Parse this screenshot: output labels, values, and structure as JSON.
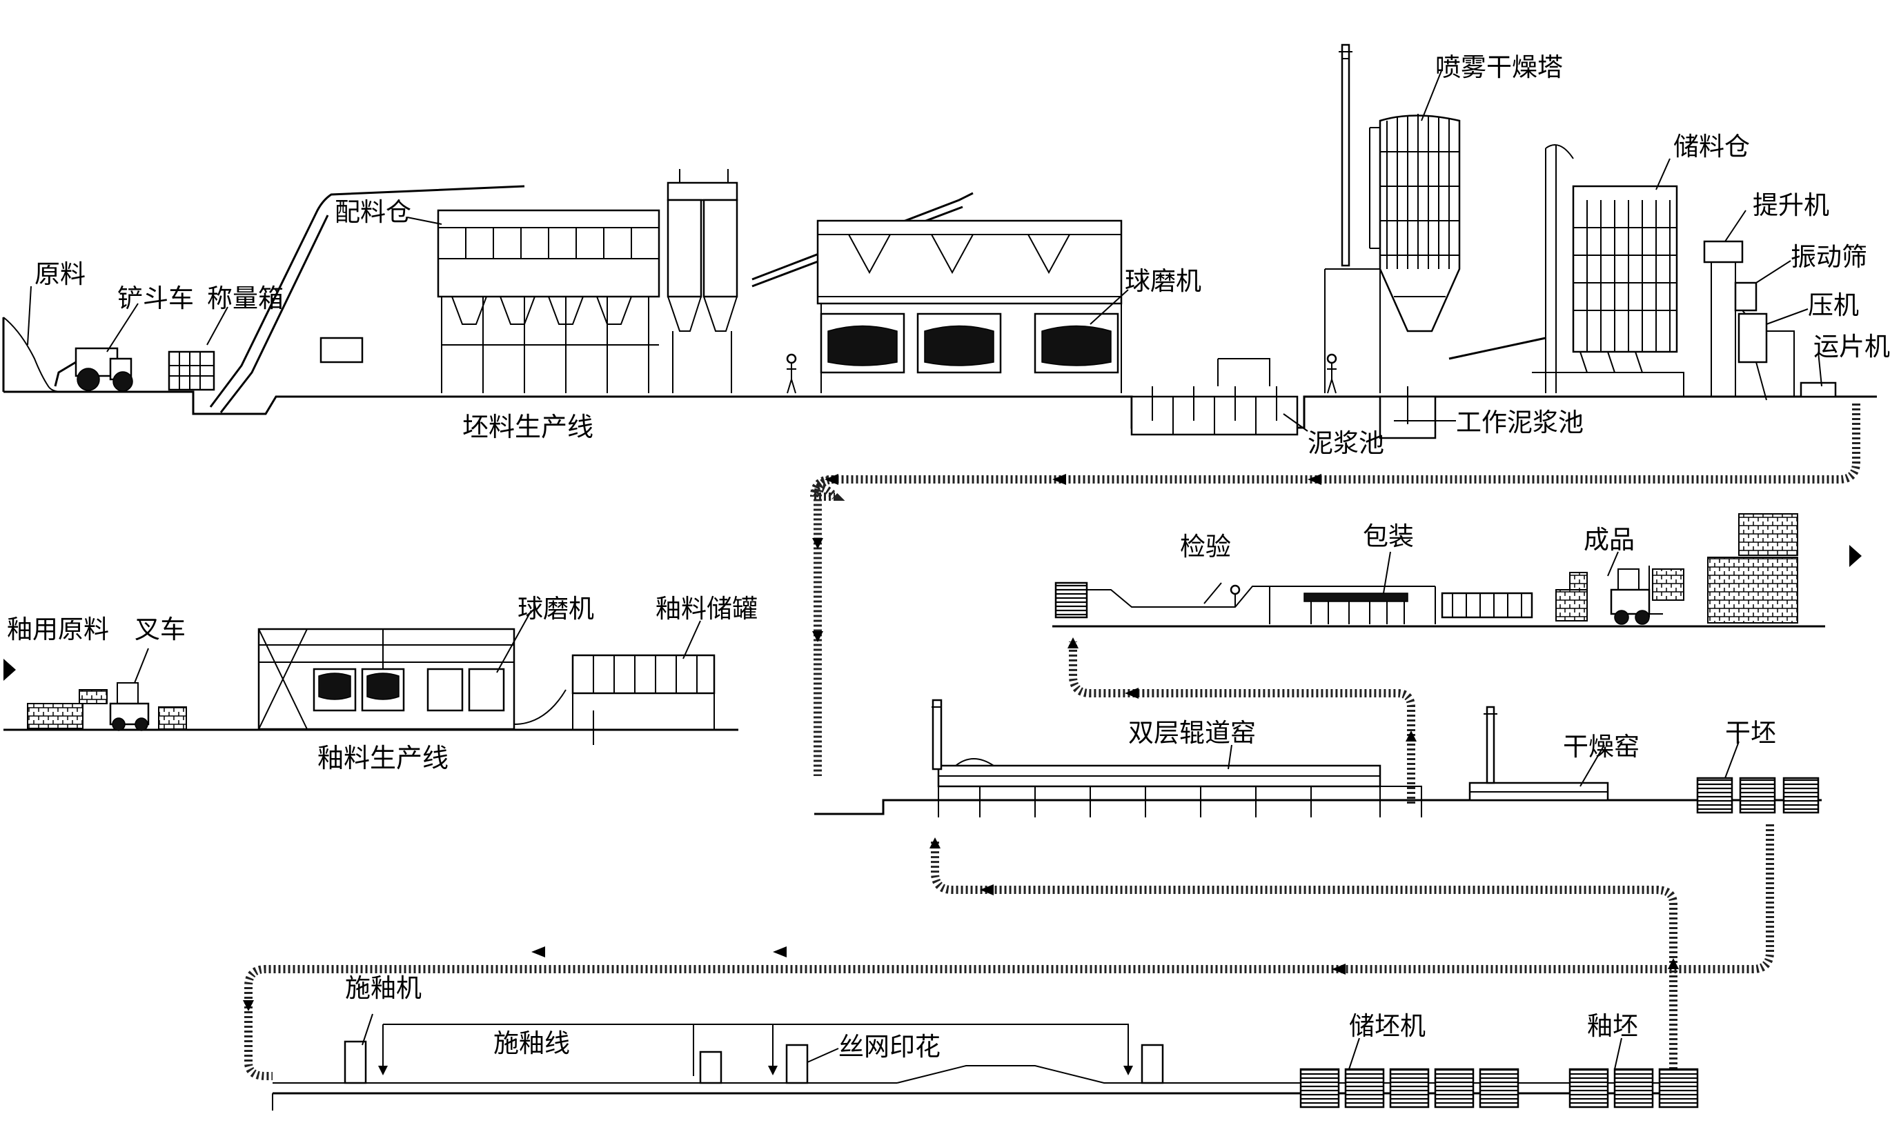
{
  "lines": {
    "body_line": "坯料生产线",
    "glaze_line": "釉料生产线"
  },
  "equipment": {
    "raw_material": "原料",
    "loader": "铲斗车",
    "weighing_box": "称量箱",
    "batching_bin": "配料仓",
    "ball_mill_body": "球磨机",
    "spray_tower": "喷雾干燥塔",
    "storage_silo": "储料仓",
    "elevator": "提升机",
    "vibrating_screen": "振动筛",
    "press": "压机",
    "tile_conveyor": "运片机",
    "slurry_pool": "泥浆池",
    "working_slurry_pool": "工作泥浆池",
    "glaze_raw_material": "釉用原料",
    "forklift": "叉车",
    "ball_mill_glaze": "球磨机",
    "glaze_tank": "釉料储罐",
    "inspection": "检验",
    "packaging": "包装",
    "finished_product": "成品",
    "roller_kiln": "双层辊道窑",
    "drying_kiln": "干燥窑",
    "dry_green": "干坯",
    "glazing_machine": "施釉机",
    "glazing_line": "施釉线",
    "screen_printing": "丝网印花",
    "green_storage": "储坯机",
    "glazed_green": "釉坯"
  },
  "icons": {
    "flow_arrow": "arrow-icon",
    "side_arrow": "triangle-right-icon"
  },
  "colors": {
    "line": "#000000",
    "flow": "#222222",
    "background": "#ffffff"
  }
}
